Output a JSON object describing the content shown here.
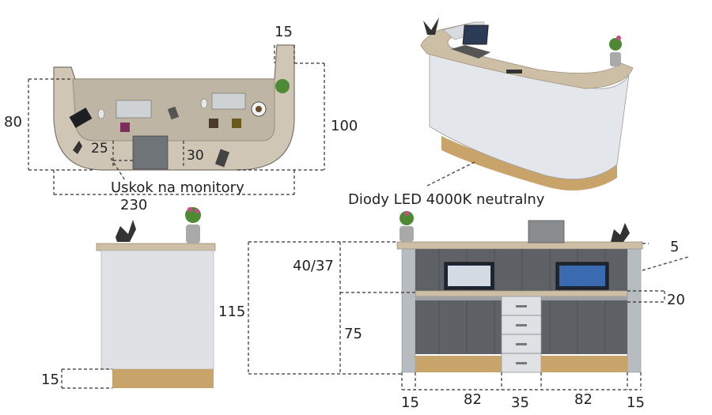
{
  "dimensions": {
    "top_view_depth_left": "80",
    "top_view_width_right_top": "15",
    "top_view_depth_right": "100",
    "top_view_recess_25": "25",
    "top_view_recess_30": "30",
    "top_view_total_width": "230",
    "side_height": "115",
    "side_plinth": "15",
    "front_upper": "40/37",
    "front_desk_height": "75",
    "front_top_overhang": "5",
    "front_shelf": "20",
    "front_bottom_left": "15",
    "front_bottom_82a": "82",
    "front_bottom_35": "35",
    "front_bottom_82b": "82",
    "front_bottom_right": "15"
  },
  "annotations": {
    "monitor_recess": "Uskok na monitory",
    "led_note": "Diody LED 4000K neutralny"
  },
  "colors": {
    "panel_white": "#e6e8ec",
    "panel_grey": "#b7bcc1",
    "counter_wood": "#cdbfa6",
    "plinth_wood": "#c9a46a",
    "dark_panel": "#5e6266"
  }
}
